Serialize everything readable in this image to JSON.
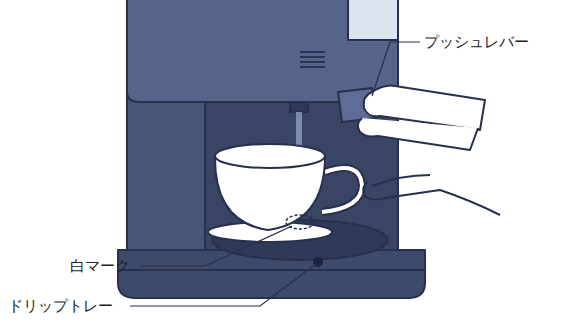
{
  "diagram": {
    "labels": [
      "プッシュレバー",
      "白マーク",
      "ドリップトレー"
    ]
  }
}
